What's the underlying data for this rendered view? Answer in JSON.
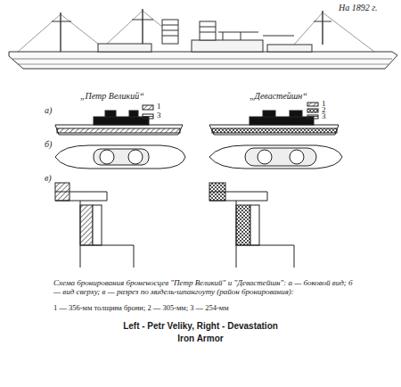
{
  "diagram": {
    "caption": "Схема бронирования броненосцев \"Петр Великий\" и \"Девастейшн\": а — боковой вид; б — вид сверху; в — разрез по мидель-шпангоуту (район бронирования):",
    "labels": [
      "На 1892 г.",
      "„Петр Великий“",
      "„Девастейшн“",
      "а)",
      "1",
      "3",
      "1",
      "2",
      "3",
      "б)",
      "в)",
      "1 — 356-мм толщина брони; 2 — 305-мм; 3 — 254-мм",
      "Left - Petr Veliky, Right - Devastation",
      "Iron Armor"
    ]
  }
}
